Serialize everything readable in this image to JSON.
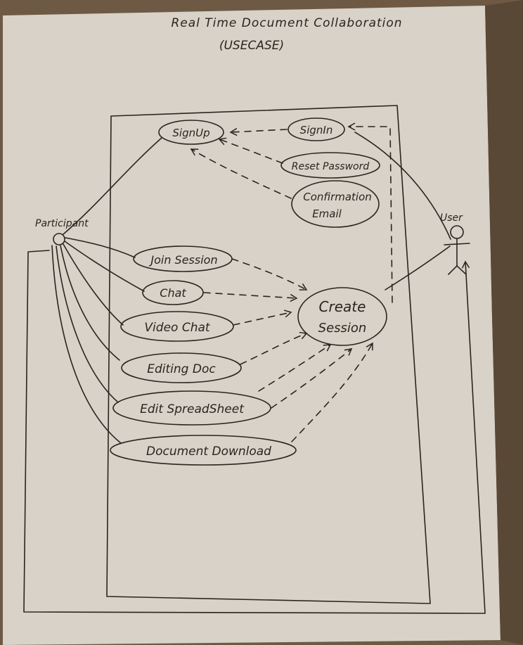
{
  "title": "Real Time Document Collaboration",
  "subtitle": "(USECASE)",
  "actors": {
    "participant": "Participant",
    "user": "User"
  },
  "use_cases": {
    "sign_up": "SignUp",
    "sign_in": "SignIn",
    "reset_password": "Reset Password",
    "confirmation_email_line1": "Confirmation",
    "confirmation_email_line2": "Email",
    "join_session": "Join Session",
    "chat": "Chat",
    "video_chat": "Video Chat",
    "editing_doc": "Editing Doc",
    "edit_spreadsheet": "Edit SpreadSheet",
    "document_download": "Document Download",
    "create_session_line1": "Create",
    "create_session_line2": "Session"
  }
}
